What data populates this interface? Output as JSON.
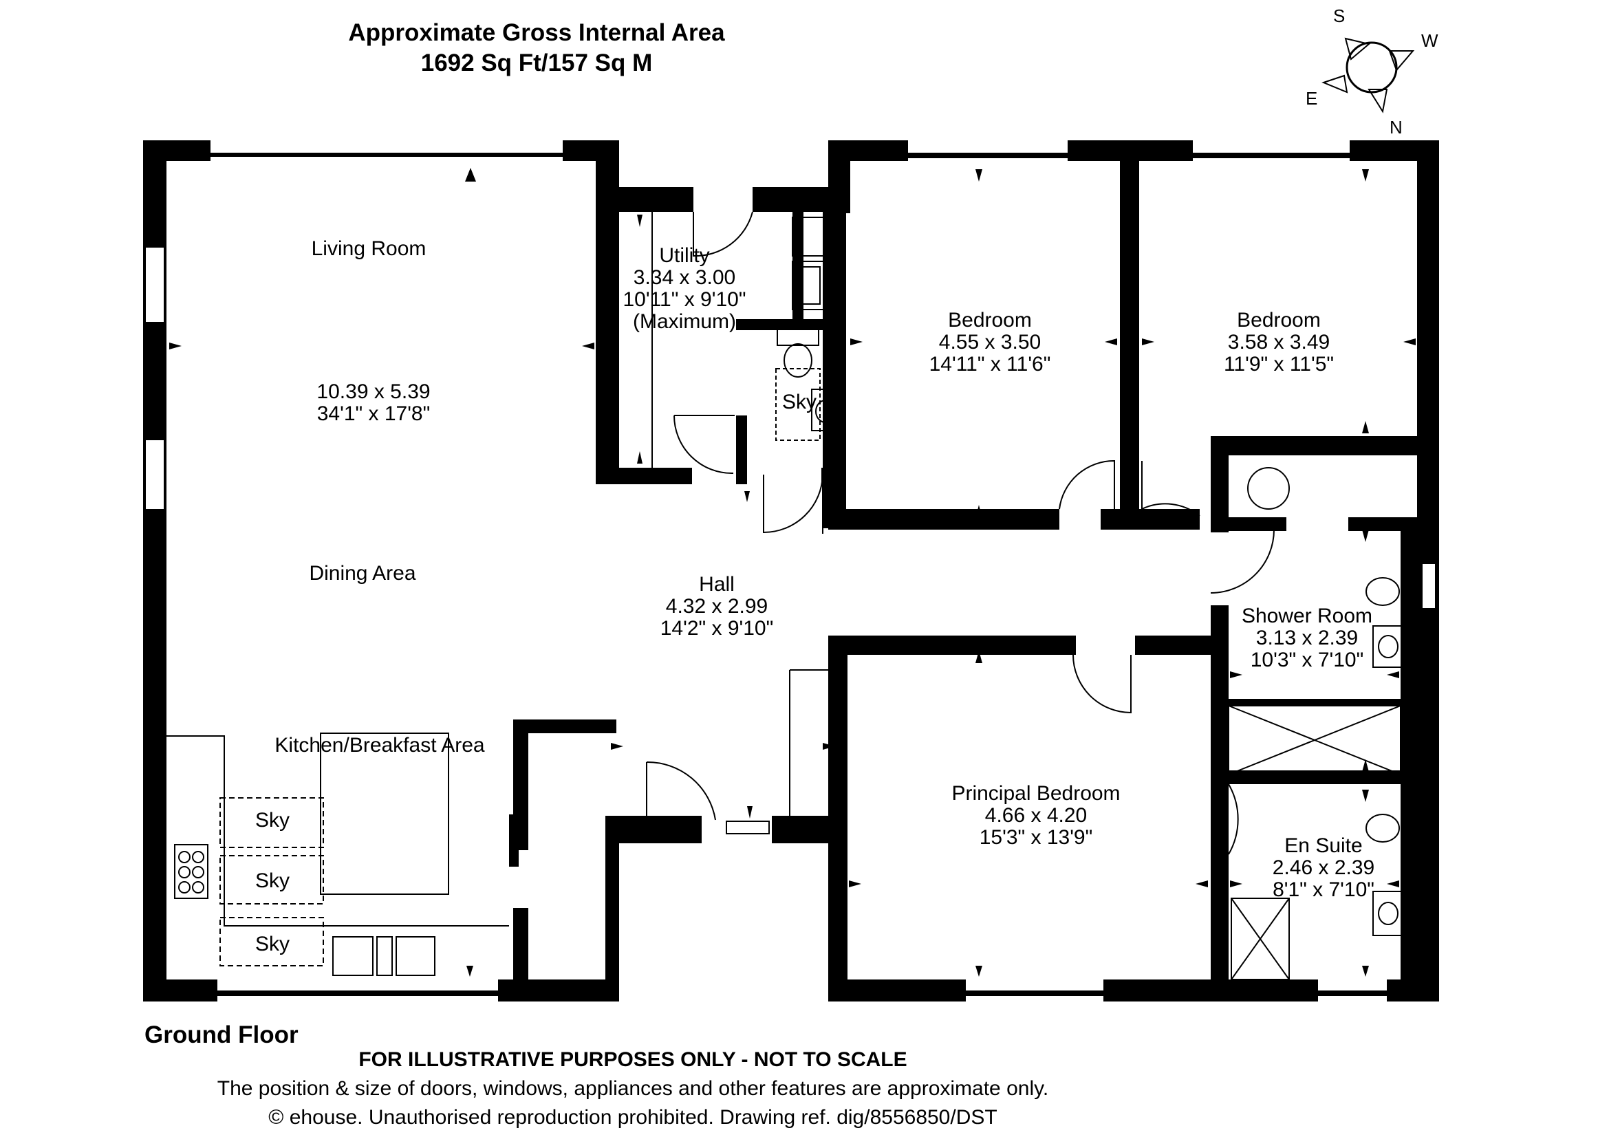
{
  "header": {
    "line1": "Approximate Gross Internal Area",
    "line2": "1692 Sq Ft/157 Sq M"
  },
  "compass": {
    "south": "S",
    "west": "W",
    "east": "E",
    "north": "N"
  },
  "rooms": {
    "living": {
      "name": "Living Room",
      "metric": "10.39 x 5.39",
      "imperial": "34'1\" x 17'8\""
    },
    "dining": {
      "name": "Dining Area"
    },
    "kitchen": {
      "name": "Kitchen/Breakfast Area"
    },
    "utility": {
      "name": "Utility",
      "metric": "3.34 x 3.00",
      "imperial": "10'11\" x 9'10\"",
      "note": "(Maximum)"
    },
    "bedroom1": {
      "name": "Bedroom",
      "metric": "4.55 x 3.50",
      "imperial": "14'11\" x 11'6\""
    },
    "bedroom2": {
      "name": "Bedroom",
      "metric": "3.58 x 3.49",
      "imperial": "11'9\" x 11'5\""
    },
    "hall": {
      "name": "Hall",
      "metric": "4.32 x 2.99",
      "imperial": "14'2\" x 9'10\""
    },
    "shower": {
      "name": "Shower Room",
      "metric": "3.13 x 2.39",
      "imperial": "10'3\" x 7'10\""
    },
    "principal": {
      "name": "Principal Bedroom",
      "metric": "4.66 x 4.20",
      "imperial": "15'3\" x 13'9\""
    },
    "ensuite": {
      "name": "En Suite",
      "metric": "2.46 x 2.39",
      "imperial": "8'1\" x 7'10\""
    }
  },
  "skylights": {
    "label": "Sky"
  },
  "floor_label": "Ground Floor",
  "footer": {
    "disclaimer": "FOR ILLUSTRATIVE PURPOSES ONLY - NOT TO SCALE",
    "note": "The position & size of doors, windows, appliances and other features are approximate only.",
    "copyright": "© ehouse. Unauthorised reproduction prohibited. Drawing ref. dig/8556850/DST"
  }
}
